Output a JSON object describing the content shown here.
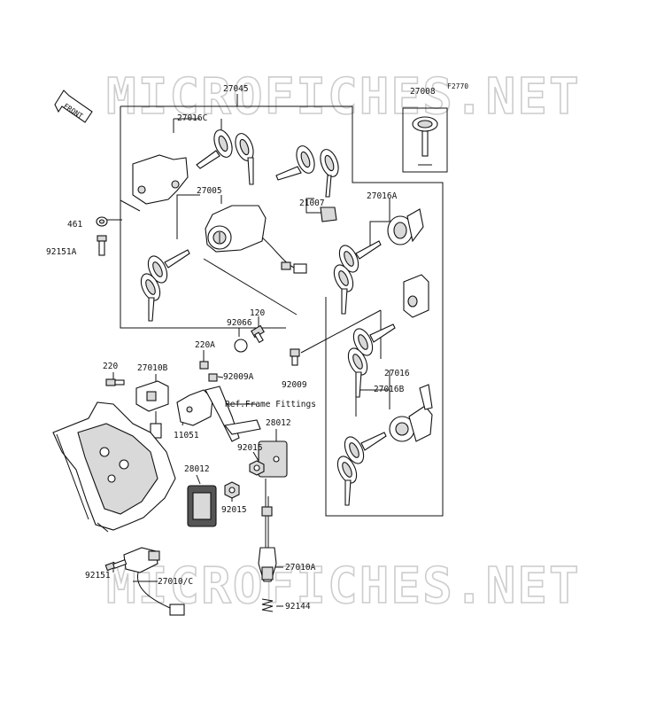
{
  "figure_code": "F2770",
  "front_arrow_label": "FRONT",
  "watermark": "MICROFICHES.NET",
  "reference_note": "Ref.Frame Fittings",
  "parts": {
    "p27045": "27045",
    "p27008": "27008",
    "p27016C": "27016C",
    "p27005": "27005",
    "p21007": "21007",
    "p27016A": "27016A",
    "p461": "461",
    "p92151A": "92151A",
    "p120": "120",
    "p92066": "92066",
    "p220A": "220A",
    "p220": "220",
    "p27010B": "27010B",
    "p92009A": "92009A",
    "p92009": "92009",
    "p27016": "27016",
    "p27016B": "27016B",
    "p11051": "11051",
    "p28012a": "28012",
    "p92015a": "92015",
    "p28012b": "28012",
    "p92015b": "92015",
    "p27010A": "27010A",
    "p92151": "92151",
    "p27010C": "27010/C",
    "p92144": "92144"
  }
}
